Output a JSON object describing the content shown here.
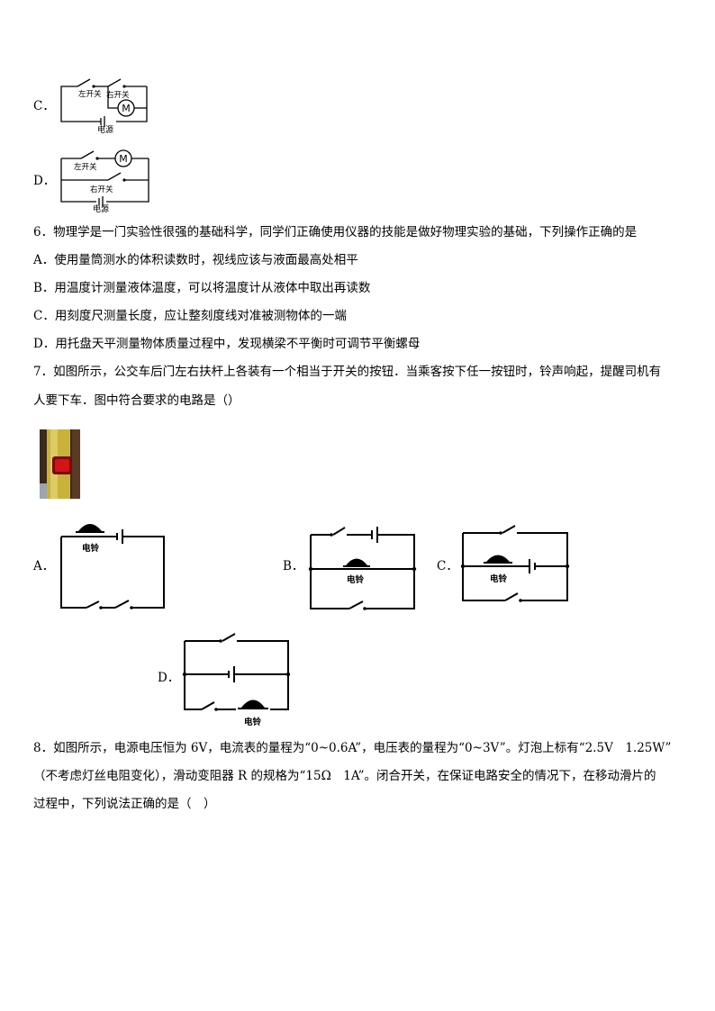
{
  "q5": {
    "option_c": "C．",
    "option_d": "D．",
    "c_labels": {
      "left": "左开关",
      "right": "右开关",
      "motor": "M",
      "source": "电源"
    },
    "d_labels": {
      "left": "左开关",
      "right": "右开关",
      "motor": "M",
      "source": "电源"
    }
  },
  "q6": {
    "stem": "6．物理学是一门实验性很强的基础科学，同学们正确使用仪器的技能是做好物理实验的基础，下列操作正确的是",
    "options": [
      "A．使用量筒测水的体积读数时，视线应该与液面最高处相平",
      "B．用温度计测量液体温度，可以将温度计从液体中取出再读数",
      "C．用刻度尺测量长度，应让整刻度线对准被测物体的一端",
      "D．用托盘天平测量物体质量过程中，发现横梁不平衡时可调节平衡螺母"
    ]
  },
  "q7": {
    "stem_line1": "7．如图所示，公交车后门左右扶杆上各装有一个相当于开关的按钮．当乘客按下任一按钮时，铃声响起，提醒司机有",
    "stem_line2": "人要下车．图中符合要求的电路是（）",
    "option_a": "A．",
    "option_b": "B．",
    "option_c": "C．",
    "option_d": "D．",
    "bell_label": "电铃"
  },
  "q8": {
    "line1": "8．如图所示，电源电压恒为 6V，电流表的量程为“0~0.6A”，电压表的量程为“0~3V”。灯泡上标有“2.5V　1.25W”",
    "line2": "（不考虑灯丝电阻变化），滑动变阻器 R 的规格为“15Ω　1A”。闭合开关，在保证电路安全的情况下，在移动滑片的",
    "line3": "过程中，下列说法正确的是（　）"
  }
}
